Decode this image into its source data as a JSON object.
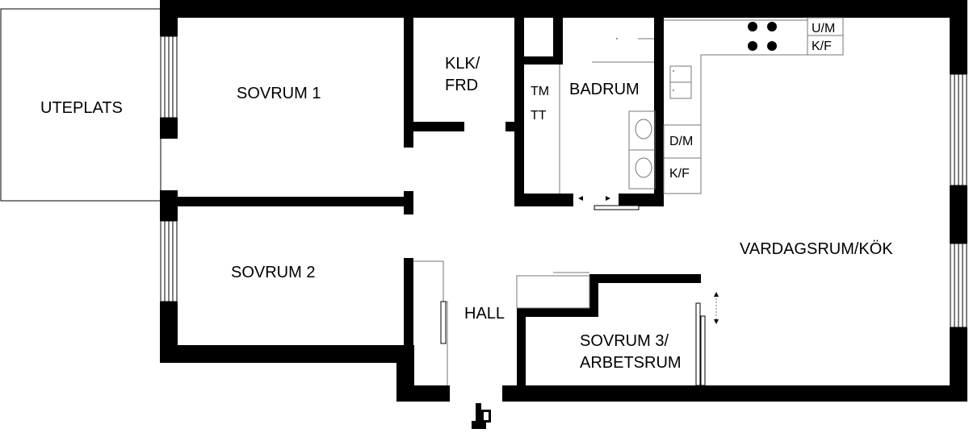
{
  "rooms": {
    "uteplats": "UTEPLATS",
    "sovrum1": "SOVRUM 1",
    "sovrum2": "SOVRUM 2",
    "klk_line1": "KLK/",
    "klk_line2": "FRD",
    "badrum": "BADRUM",
    "tm": "TM",
    "tt": "TT",
    "vardagsrum": "VARDAGSRUM/KÖK",
    "hall": "HALL",
    "sovrum3_line1": "SOVRUM 3/",
    "sovrum3_line2": "ARBETSRUM"
  },
  "appliances": {
    "um": "U/M",
    "kf_top": "K/F",
    "dm": "D/M",
    "kf_bottom": "K/F"
  },
  "colors": {
    "wall": "#000000",
    "background": "#ffffff"
  },
  "icons": {
    "entrance": "entrance-hand-icon"
  }
}
